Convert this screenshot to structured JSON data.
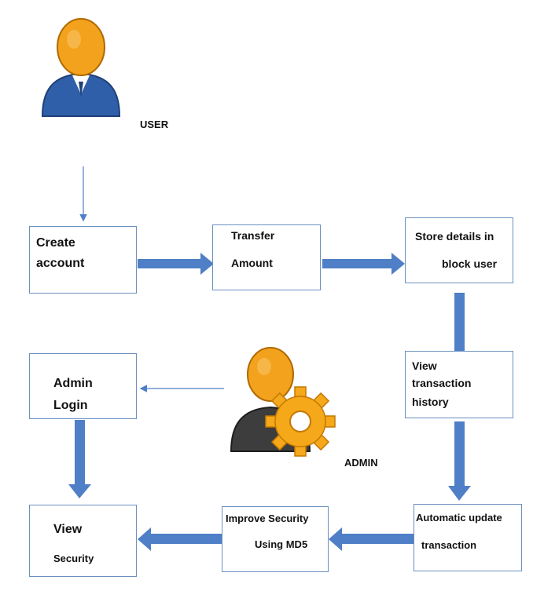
{
  "colors": {
    "box_border": "#6a8fc0",
    "arrow": "#4f7fc6",
    "user_body": "#2f5fa8",
    "head": "#f2a21c",
    "admin_body": "#3d3d3d",
    "gear": "#f5a81a"
  },
  "actors": {
    "user": {
      "label": "USER",
      "icon": "user-icon"
    },
    "admin": {
      "label": "ADMIN",
      "icon": "admin-gear-icon"
    }
  },
  "nodes": {
    "create_account": {
      "line1": "Create",
      "line2": "account"
    },
    "transfer_amount": {
      "line1": "Transfer",
      "line2": "Amount"
    },
    "store_details": {
      "line1": "Store details in",
      "line2": "block user"
    },
    "view_history": {
      "line1": "View",
      "line2": "transaction",
      "line3": "history"
    },
    "admin_login": {
      "line1": "Admin",
      "line2": "Login"
    },
    "automatic_update": {
      "line1": "Automatic update",
      "line2": "transaction"
    },
    "improve_security": {
      "line1": "Improve Security",
      "line2": "Using MD5"
    },
    "view_security": {
      "line1": "View",
      "line2": "Security"
    }
  }
}
